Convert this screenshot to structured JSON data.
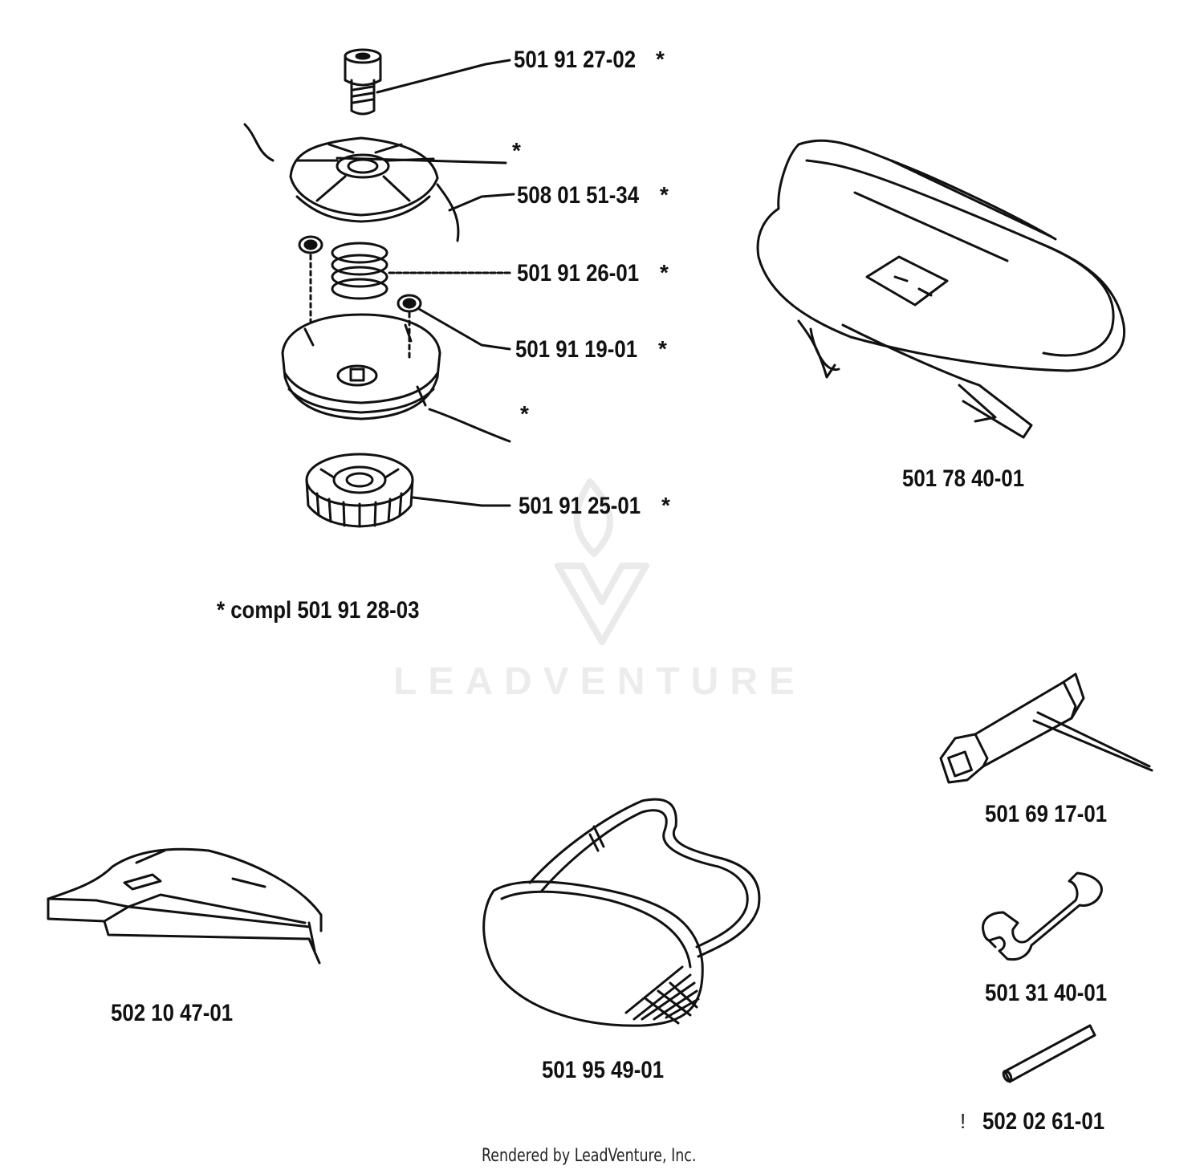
{
  "parts": {
    "screw": "501 91 27-02",
    "trimmer_head": "508 01 51-34",
    "spring": "501 91 26-01",
    "eyelet": "501 91 19-01",
    "knob": "501 91 25-01",
    "harness": "501 78 40-01",
    "combination_wrench": "501 69 17-01",
    "guard": "502 10 47-01",
    "goggles": "501 95 49-01",
    "open_wrench": "501 31 40-01",
    "pin": "502 02 61-01"
  },
  "star": "*",
  "kit_note": "*  compl 501 91 28-03",
  "footer": "Rendered by LeadVenture, Inc.",
  "watermark": "LEADVENTURE",
  "excl": "!"
}
